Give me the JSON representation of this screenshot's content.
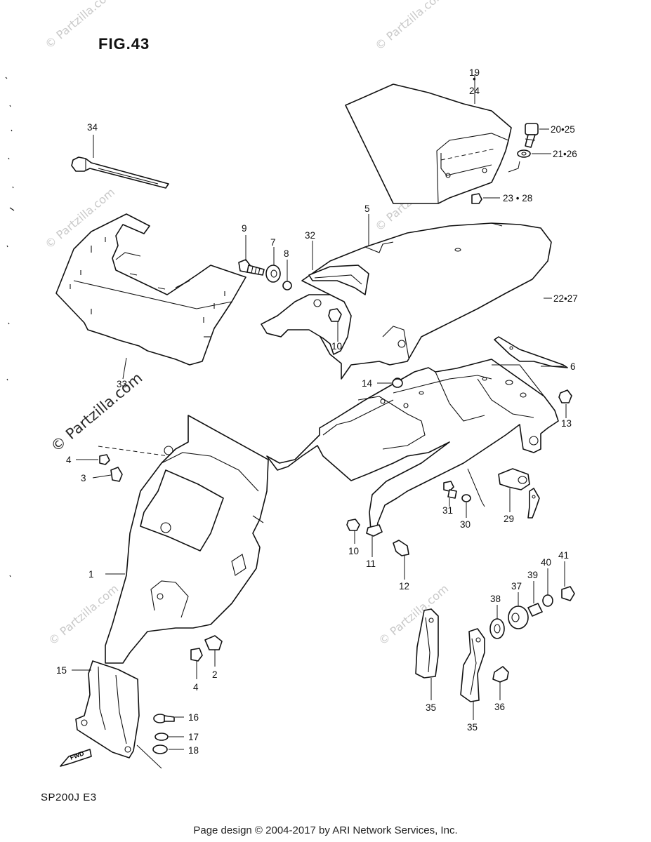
{
  "figure_title": "FIG.43",
  "model_code": "SP200J  E3",
  "footer": "Page design © 2004-2017 by ARI Network Services, Inc.",
  "watermark": "© Partzilla.com",
  "fwd_label": "FWD",
  "callouts": [
    {
      "id": "c1",
      "label": "1"
    },
    {
      "id": "c2",
      "label": "2"
    },
    {
      "id": "c3",
      "label": "3"
    },
    {
      "id": "c4a",
      "label": "4"
    },
    {
      "id": "c4b",
      "label": "4"
    },
    {
      "id": "c5",
      "label": "5"
    },
    {
      "id": "c6",
      "label": "6"
    },
    {
      "id": "c7",
      "label": "7"
    },
    {
      "id": "c8",
      "label": "8"
    },
    {
      "id": "c9",
      "label": "9"
    },
    {
      "id": "c10a",
      "label": "10"
    },
    {
      "id": "c10b",
      "label": "10"
    },
    {
      "id": "c11",
      "label": "11"
    },
    {
      "id": "c12",
      "label": "12"
    },
    {
      "id": "c13",
      "label": "13"
    },
    {
      "id": "c14",
      "label": "14"
    },
    {
      "id": "c15",
      "label": "15"
    },
    {
      "id": "c16",
      "label": "16"
    },
    {
      "id": "c17",
      "label": "17"
    },
    {
      "id": "c18",
      "label": "18"
    },
    {
      "id": "c19",
      "label": "19"
    },
    {
      "id": "c24",
      "label": "24"
    },
    {
      "id": "c2025",
      "label": "20•25"
    },
    {
      "id": "c2126",
      "label": "21•26"
    },
    {
      "id": "c2227",
      "label": "22•27"
    },
    {
      "id": "c2328",
      "label": "23 • 28"
    },
    {
      "id": "c29",
      "label": "29"
    },
    {
      "id": "c30",
      "label": "30"
    },
    {
      "id": "c31",
      "label": "31"
    },
    {
      "id": "c32",
      "label": "32"
    },
    {
      "id": "c33",
      "label": "33"
    },
    {
      "id": "c34",
      "label": "34"
    },
    {
      "id": "c35a",
      "label": "35"
    },
    {
      "id": "c35b",
      "label": "35"
    },
    {
      "id": "c36",
      "label": "36"
    },
    {
      "id": "c37",
      "label": "37"
    },
    {
      "id": "c38",
      "label": "38"
    },
    {
      "id": "c39",
      "label": "39"
    },
    {
      "id": "c40",
      "label": "40"
    },
    {
      "id": "c41",
      "label": "41"
    }
  ]
}
